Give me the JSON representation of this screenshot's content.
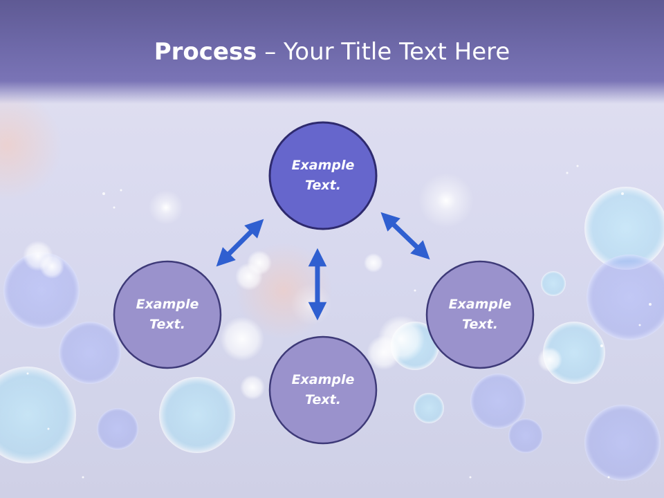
{
  "title": {
    "bold": "Process",
    "rest": " – Your Title Text Here"
  },
  "nodes": [
    {
      "id": "top",
      "line1": "Example",
      "line2": "Text.",
      "color": "#6666cc"
    },
    {
      "id": "left",
      "line1": "Example",
      "line2": "Text.",
      "color": "#9a92cc"
    },
    {
      "id": "bottom",
      "line1": "Example",
      "line2": "Text.",
      "color": "#9a92cc"
    },
    {
      "id": "right",
      "line1": "Example",
      "line2": "Text.",
      "color": "#9a92cc"
    }
  ],
  "colors": {
    "title_bar": "#6e69a9",
    "node_outline": "#3a3575",
    "arrow": "#2f5fd0"
  }
}
